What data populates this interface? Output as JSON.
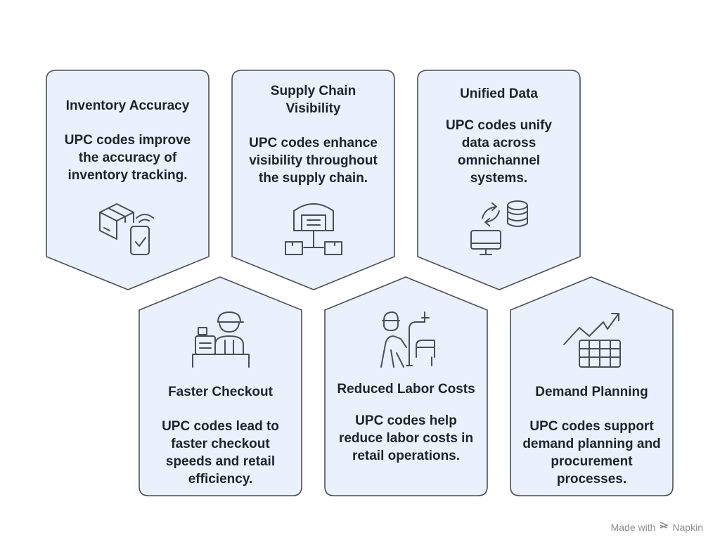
{
  "colors": {
    "card_fill": "#eaf1fd",
    "card_stroke": "#4a4f57",
    "text": "#1f2329",
    "watermark": "#8a8d91"
  },
  "cards": [
    {
      "title": "Inventory Accuracy",
      "description": "UPC codes improve the accuracy of inventory tracking.",
      "icon": "box-scan-icon"
    },
    {
      "title": "Supply Chain Visibility",
      "description": "UPC codes enhance visibility throughout the supply chain.",
      "icon": "warehouse-icon"
    },
    {
      "title": "Unified Data",
      "description": "UPC codes unify data across omnichannel systems.",
      "icon": "database-sync-icon"
    },
    {
      "title": "Faster Checkout",
      "description": "UPC codes lead to faster checkout speeds and retail efficiency.",
      "icon": "cashier-icon"
    },
    {
      "title": "Reduced Labor Costs",
      "description": "UPC codes help reduce labor costs in retail operations.",
      "icon": "worker-cart-icon"
    },
    {
      "title": "Demand Planning",
      "description": "UPC codes support demand planning and procurement processes.",
      "icon": "trend-table-icon"
    }
  ],
  "watermark": {
    "prefix": "Made with",
    "brand": "Napkin",
    "icon": "napkin-logo-icon"
  }
}
